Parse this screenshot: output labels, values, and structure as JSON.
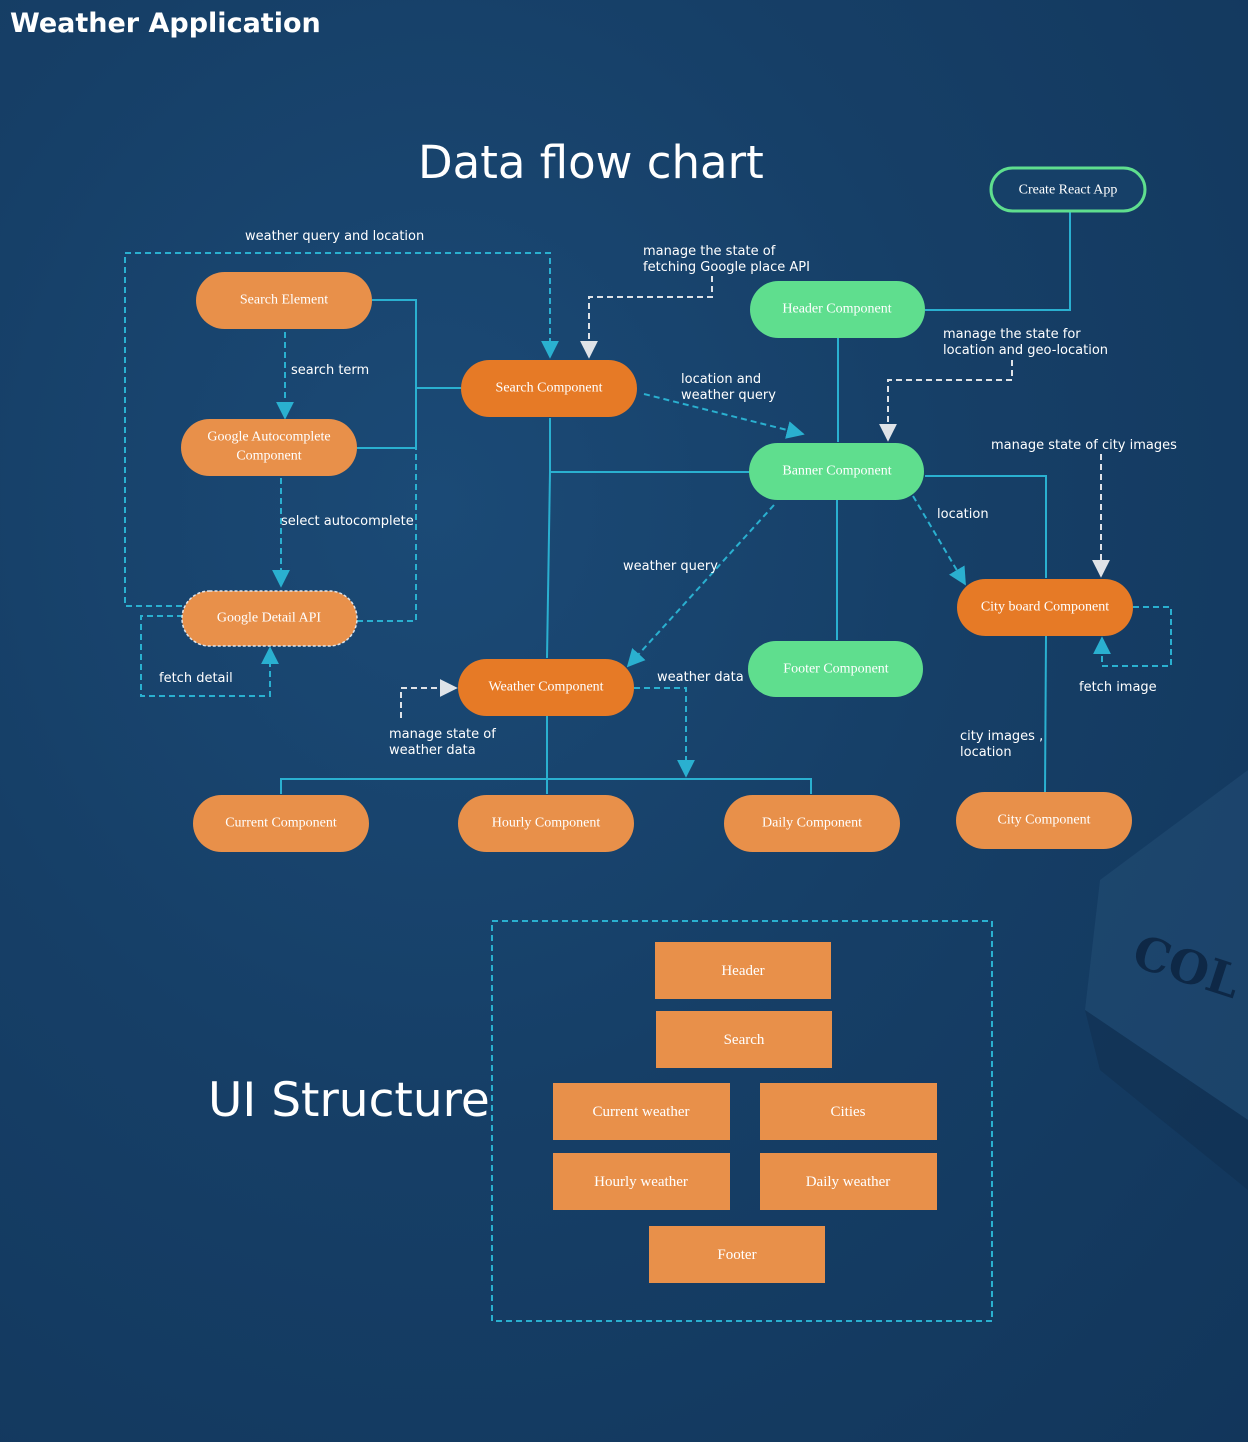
{
  "app_title": "Weather  Application",
  "dataflow": {
    "title": "Data flow chart",
    "nodes": {
      "create_react_app": "Create React App",
      "search_element": "Search Element",
      "header_component": "Header Component",
      "search_component": "Search Component",
      "google_autocomplete": [
        "Google Autocomplete",
        "Component"
      ],
      "banner_component": "Banner Component",
      "google_detail_api": "Google Detail API",
      "city_board_component": "City board Component",
      "footer_component": "Footer Component",
      "weather_component": "Weather Component",
      "current_component": "Current Component",
      "hourly_component": "Hourly Component",
      "daily_component": "Daily Component",
      "city_component": "City Component"
    },
    "edge_labels": {
      "weather_query_and_location": "weather query and location",
      "manage_google_place": [
        "manage the state of",
        "fetching Google place API"
      ],
      "search_term": "search term",
      "manage_location": [
        "manage the state for",
        "location and geo-location"
      ],
      "location_and_weather_query": [
        "location and",
        "weather query"
      ],
      "manage_city_images": "manage state of city images",
      "select_autocomplete": "select autocomplete",
      "location": "location",
      "weather_query": "weather query",
      "fetch_detail": "fetch detail",
      "weather_data": "weather data",
      "fetch_image": "fetch  image",
      "manage_weather_data": [
        "manage state of",
        "weather data"
      ],
      "city_images_location": [
        "city images ,",
        "location"
      ]
    }
  },
  "ui_structure": {
    "title": "UI Structure",
    "blocks": {
      "header": "Header",
      "search": "Search",
      "current_weather": "Current weather",
      "cities": "Cities",
      "hourly_weather": "Hourly weather",
      "daily_weather": "Daily weather",
      "footer": "Footer"
    }
  },
  "background": {
    "book_text": "COL"
  },
  "colors": {
    "background": "#163f67",
    "light_orange": "#e8904a",
    "dark_orange": "#e67a26",
    "green": "#5fde8e",
    "connector": "#2ab0d0",
    "gray_arrow": "#dfe3e8"
  }
}
